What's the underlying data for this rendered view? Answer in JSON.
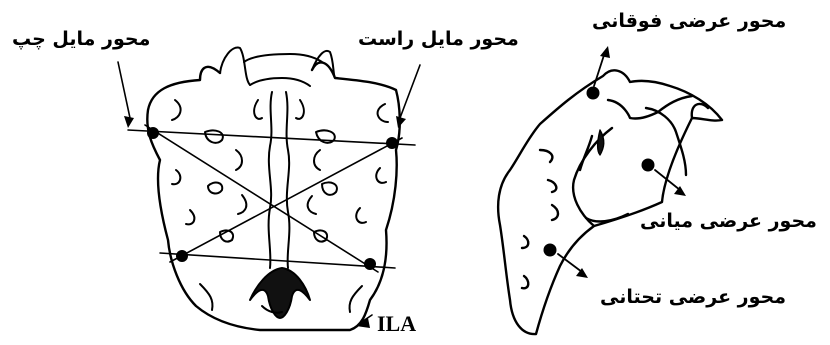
{
  "labels": {
    "left_oblique_axis": "محور مایل چپ",
    "right_oblique_axis": "محور مایل راست",
    "superior_transverse_axis": "محور عرضی فوقانی",
    "middle_transverse_axis": "محور عرضی میانی",
    "inferior_transverse_axis": "محور عرضی تحتانی",
    "ila": "ILA"
  },
  "colors": {
    "ink": "#000000",
    "paper": "#ffffff"
  }
}
